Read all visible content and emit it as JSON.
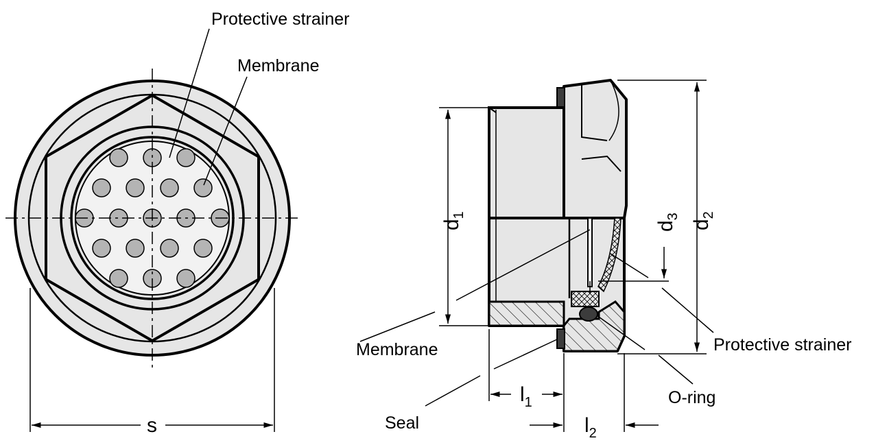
{
  "labels": {
    "protective_strainer_front": "Protective strainer",
    "membrane_front": "Membrane",
    "s": "s",
    "membrane_side": "Membrane",
    "seal": "Seal",
    "protective_strainer_side": "Protective strainer",
    "o_ring": "O-ring"
  },
  "dimensions": {
    "d1": {
      "base": "d",
      "sub": "1"
    },
    "d2": {
      "base": "d",
      "sub": "2"
    },
    "d3": {
      "base": "d",
      "sub": "3"
    },
    "l1": {
      "base": "l",
      "sub": "1"
    },
    "l2": {
      "base": "l",
      "sub": "2"
    }
  },
  "colors": {
    "line": "#000000",
    "fill": "#e6e6e6",
    "hole": "#b4b4b4",
    "seal": "#3c3c3c"
  }
}
